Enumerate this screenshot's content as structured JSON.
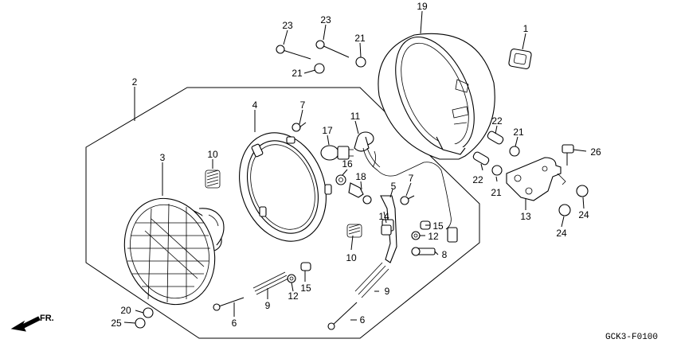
{
  "diagram": {
    "code": "GCK3-F0100",
    "direction_label": "FR.",
    "callouts": [
      {
        "id": "c1",
        "text": "1"
      },
      {
        "id": "c2",
        "text": "2"
      },
      {
        "id": "c3",
        "text": "3"
      },
      {
        "id": "c4",
        "text": "4"
      },
      {
        "id": "c5",
        "text": "5"
      },
      {
        "id": "c6a",
        "text": "6"
      },
      {
        "id": "c6b",
        "text": "6"
      },
      {
        "id": "c7a",
        "text": "7"
      },
      {
        "id": "c7b",
        "text": "7"
      },
      {
        "id": "c8",
        "text": "8"
      },
      {
        "id": "c9a",
        "text": "9"
      },
      {
        "id": "c9b",
        "text": "9"
      },
      {
        "id": "c10a",
        "text": "10"
      },
      {
        "id": "c10b",
        "text": "10"
      },
      {
        "id": "c11",
        "text": "11"
      },
      {
        "id": "c12a",
        "text": "12"
      },
      {
        "id": "c12b",
        "text": "12"
      },
      {
        "id": "c13",
        "text": "13"
      },
      {
        "id": "c14",
        "text": "14"
      },
      {
        "id": "c15a",
        "text": "15"
      },
      {
        "id": "c15b",
        "text": "15"
      },
      {
        "id": "c16",
        "text": "16"
      },
      {
        "id": "c17",
        "text": "17"
      },
      {
        "id": "c18",
        "text": "18"
      },
      {
        "id": "c19",
        "text": "19"
      },
      {
        "id": "c20",
        "text": "20"
      },
      {
        "id": "c21a",
        "text": "21"
      },
      {
        "id": "c21b",
        "text": "21"
      },
      {
        "id": "c21c",
        "text": "21"
      },
      {
        "id": "c21d",
        "text": "21"
      },
      {
        "id": "c22a",
        "text": "22"
      },
      {
        "id": "c22b",
        "text": "22"
      },
      {
        "id": "c23a",
        "text": "23"
      },
      {
        "id": "c23b",
        "text": "23"
      },
      {
        "id": "c24a",
        "text": "24"
      },
      {
        "id": "c24b",
        "text": "24"
      },
      {
        "id": "c25",
        "text": "25"
      },
      {
        "id": "c26",
        "text": "26"
      }
    ]
  }
}
